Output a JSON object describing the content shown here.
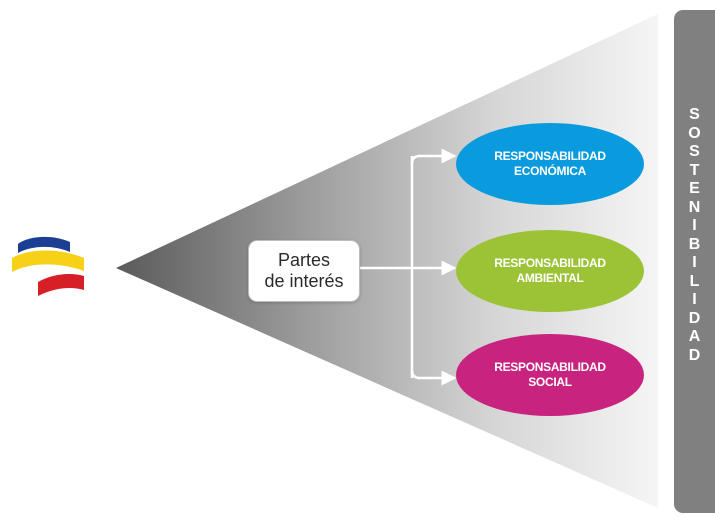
{
  "stakeholders_label": [
    "Partes",
    "de interés"
  ],
  "responsibilities": [
    {
      "lines": [
        "RESPONSABILIDAD",
        "ECONÓMICA"
      ],
      "color": "#0a9bde"
    },
    {
      "lines": [
        "RESPONSABILIDAD",
        "AMBIENTAL"
      ],
      "color": "#9cc236"
    },
    {
      "lines": [
        "RESPONSABILIDAD",
        "SOCIAL"
      ],
      "color": "#c8237f"
    }
  ],
  "sustainability_label": "SOSTENIBILIDAD",
  "colors": {
    "logo_blue": "#1c3f94",
    "logo_yellow": "#f7d117",
    "logo_red": "#d71f26",
    "cone_dark": "#5f5f5f",
    "cone_light": "#f4f4f4",
    "bar_gray": "#808080"
  }
}
